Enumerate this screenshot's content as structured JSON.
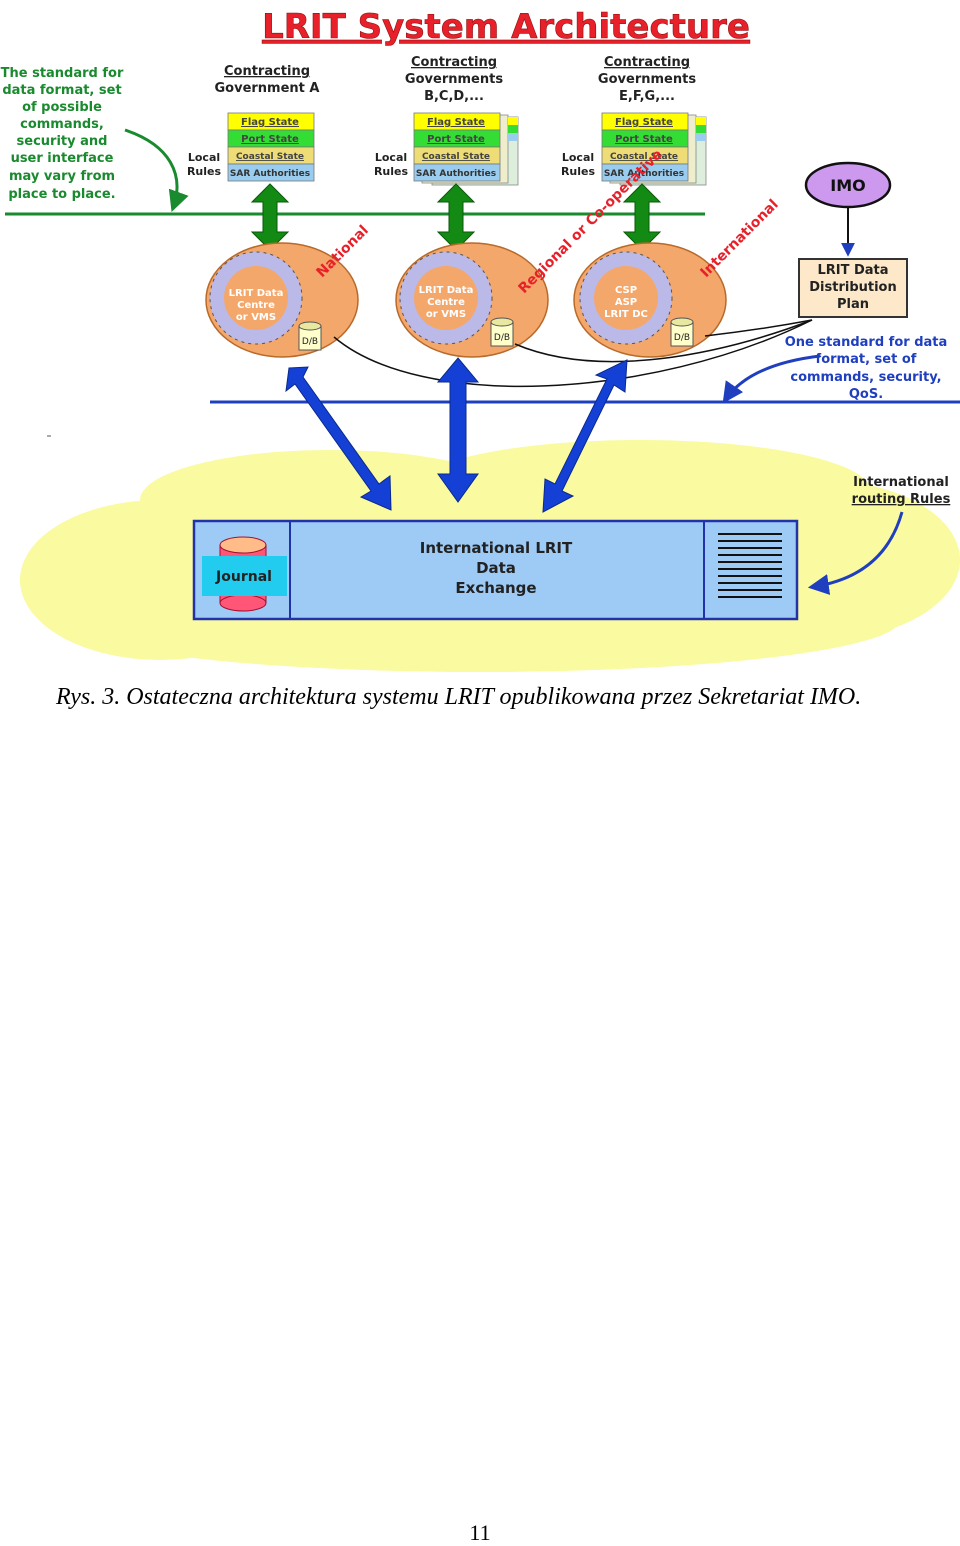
{
  "title": "LRIT System Architecture",
  "left_note": [
    "The standard for",
    "data format, set",
    "of possible",
    "commands,",
    "security and",
    "user interface",
    "may vary from",
    "place to place."
  ],
  "governments": [
    {
      "name": [
        "Contracting",
        "Government A"
      ],
      "local_rules": [
        "Local",
        "Rules"
      ]
    },
    {
      "name": [
        "Contracting",
        "Governments",
        "B,C,D,..."
      ],
      "local_rules": [
        "Local",
        "Rules"
      ]
    },
    {
      "name": [
        "Contracting",
        "Governments",
        "E,F,G,..."
      ],
      "local_rules": [
        "Local",
        "Rules"
      ]
    }
  ],
  "state_rows": [
    "Flag State",
    "Port State",
    "Coastal State",
    "SAR Authorities"
  ],
  "data_centres": [
    {
      "label": [
        "LRIT Data",
        "Centre",
        "or VMS"
      ],
      "db": "D/B",
      "type": "National"
    },
    {
      "label": [
        "LRIT Data",
        "Centre",
        "or VMS"
      ],
      "db": "D/B",
      "type": "Regional or Co-operative"
    },
    {
      "label": [
        "CSP",
        "ASP",
        "LRIT DC"
      ],
      "db": "D/B",
      "type": "International"
    }
  ],
  "imo": "IMO",
  "distribution_plan": [
    "LRIT Data",
    "Distribution",
    "Plan"
  ],
  "right_note": [
    "One standard for data",
    "format, set  of",
    "commands,  security,",
    "QoS."
  ],
  "routing_note": [
    "International",
    "routing Rules"
  ],
  "journal": "Journal",
  "exchange": [
    "International LRIT",
    "Data",
    "Exchange"
  ],
  "caption": "Rys. 3. Ostateczna architektura systemu LRIT opublikowana przez Sekretariat IMO.",
  "page_number": "11",
  "colors": {
    "title_red": "#e8202a",
    "note_green": "#1a8a2e",
    "note_blue": "#1f3fbf",
    "flag_state": "#ffff00",
    "port_state": "#33dd33",
    "coastal_state": "#eedd77",
    "sar": "#99ccee",
    "arrow_green": "#138a13",
    "arrow_blue": "#1540d6",
    "bubble_orange": "#f4a76a",
    "cloud_yellow": "#fafaa0",
    "exchange_blue": "#9ecbf5"
  }
}
